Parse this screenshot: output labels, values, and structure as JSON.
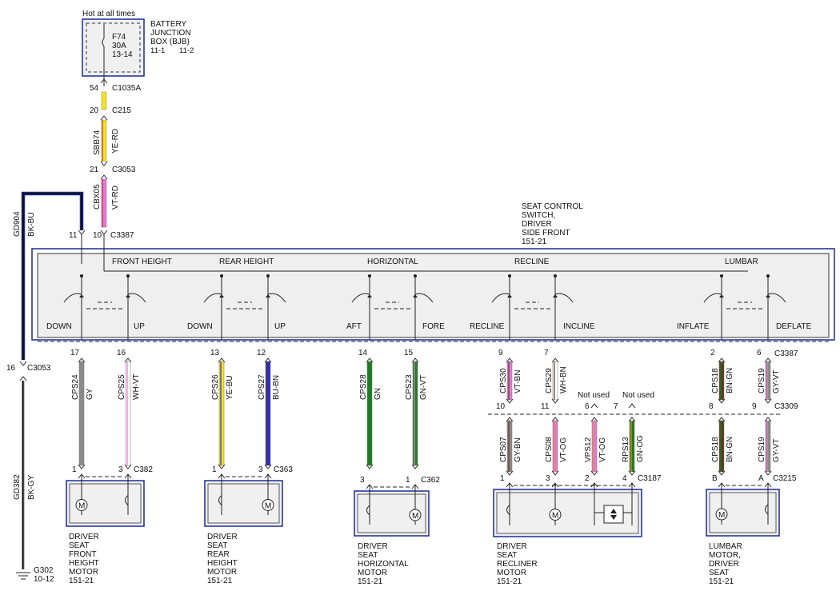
{
  "battery_box": {
    "hot_label": "Hot at all times",
    "fuse": [
      "F74",
      "30A",
      "13-14"
    ],
    "name": [
      "BATTERY",
      "JUNCTION",
      "BOX (BJB)"
    ],
    "ref1": "11-1",
    "ref2": "11-2"
  },
  "feed": {
    "pins": [
      "54",
      "20",
      "21"
    ],
    "connectors": [
      "C1035A",
      "C215",
      "C3053"
    ],
    "circuit1": "SBB74",
    "color1": "YE-RD",
    "circuit2": "CBX05",
    "color2": "VT-RD"
  },
  "ground_wire": {
    "circuit": "GD904",
    "color": "BK-BU",
    "circuit2": "GD382",
    "color2": "BK-GY",
    "pin": "16",
    "connector": "C3053",
    "ground_id": "G302",
    "ground_ref": "10-12"
  },
  "switch": {
    "title": [
      "SEAT CONTROL",
      "SWITCH,",
      "DRIVER",
      "SIDE FRONT",
      "151-21"
    ],
    "top_pin_left": "11",
    "top_pin_right": "10",
    "top_connector": "C3387",
    "sections": [
      "FRONT HEIGHT",
      "REAR HEIGHT",
      "HORIZONTAL",
      "RECLINE",
      "LUMBAR"
    ],
    "positions": [
      "DOWN",
      "UP",
      "DOWN",
      "UP",
      "AFT",
      "FORE",
      "RECLINE",
      "INCLINE",
      "INFLATE",
      "DEFLATE"
    ]
  },
  "wires": [
    {
      "pin": "17",
      "circuit": "CPS24",
      "color": "GY"
    },
    {
      "pin": "16",
      "circuit": "CPS25",
      "color": "WH-VT"
    },
    {
      "pin": "13",
      "circuit": "CPS26",
      "color": "YE-BU"
    },
    {
      "pin": "12",
      "circuit": "CPS27",
      "color": "BU-BN"
    },
    {
      "pin": "14",
      "circuit": "CPS28",
      "color": "GN"
    },
    {
      "pin": "15",
      "circuit": "CPS23",
      "color": "GN-VT"
    },
    {
      "pin": "9",
      "circuit": "CPS30",
      "color": "VT-BN"
    },
    {
      "pin": "7",
      "circuit": "CPS29",
      "color": "WH-BN"
    },
    {
      "pin": "2",
      "circuit": "CPS18",
      "color": "BN-GN"
    },
    {
      "pin": "6",
      "circuit": "CPS19",
      "color": "GY-VT"
    }
  ],
  "lumbar_pin_connector": "C3387",
  "inline": {
    "connector": "C3309",
    "pins_top": [
      "10",
      "11",
      "6",
      "7",
      "8",
      "9"
    ],
    "not_used": "Not used",
    "lower_wires": [
      {
        "circuit": "CPS07",
        "color": "GY-BN"
      },
      {
        "circuit": "CPS08",
        "color": "VT-OG"
      },
      {
        "circuit": "VPS12",
        "color": "VT-OG"
      },
      {
        "circuit": "RPS13",
        "color": "GN-OG"
      },
      {
        "circuit": "CPS18",
        "color": "BN-GN"
      },
      {
        "circuit": "CPS19",
        "color": "GY-VT"
      }
    ]
  },
  "motors": [
    {
      "pins": [
        "1",
        "3"
      ],
      "connector": "C382",
      "label": [
        "DRIVER",
        "SEAT",
        "FRONT",
        "HEIGHT",
        "MOTOR",
        "151-21"
      ]
    },
    {
      "pins": [
        "1",
        "3"
      ],
      "connector": "C363",
      "label": [
        "DRIVER",
        "SEAT",
        "REAR",
        "HEIGHT",
        "MOTOR",
        "151-21"
      ]
    },
    {
      "pins": [
        "3",
        "1"
      ],
      "connector": "C362",
      "label": [
        "DRIVER",
        "SEAT",
        "HORIZONTAL",
        "MOTOR",
        "151-21"
      ]
    },
    {
      "pins": [
        "1",
        "3",
        "2",
        "4"
      ],
      "connector": "C3187",
      "label": [
        "DRIVER",
        "SEAT",
        "RECLINER",
        "MOTOR",
        "151-21"
      ]
    },
    {
      "pins": [
        "B",
        "A"
      ],
      "connector": "C3215",
      "label": [
        "LUMBAR",
        "MOTOR,",
        "DRIVER",
        "SEAT",
        "151-21"
      ]
    }
  ],
  "motor_symbol": "M",
  "colors": {
    "GY": "#8a8a8a",
    "WH": "#ffffff",
    "YE": "#f2e31b",
    "BU": "#2b2bd0",
    "GN": "#1f7d1f",
    "VT": "#e07ad8",
    "BN": "#5a3a1e",
    "BK": "#111111",
    "OG": "#f08a20",
    "RD": "#d82020",
    "frame": "#1a2a9a"
  }
}
